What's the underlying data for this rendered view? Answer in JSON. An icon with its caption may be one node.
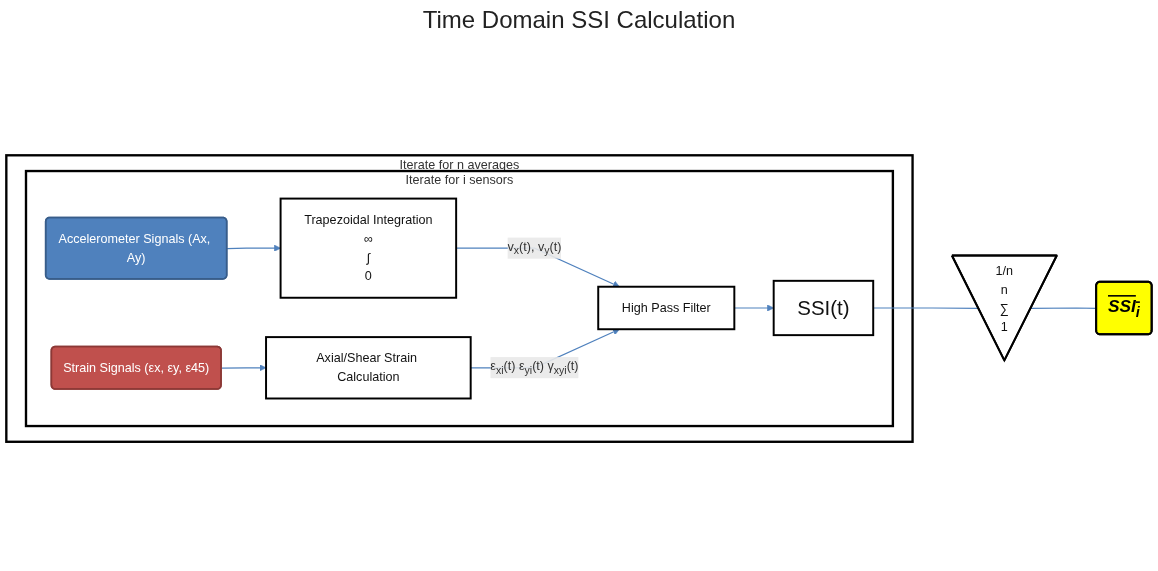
{
  "diagram": {
    "title": "Time Domain SSI Calculation",
    "nodes": [
      {
        "text": [
          "Iterate for n averages"
        ]
      },
      {
        "text": [
          "Iterate for i sensors"
        ],
        "in": 0
      },
      {
        "text": [
          "Accelerometer Signals (Ax, Ay)"
        ],
        "in": 1
      },
      {
        "text": [
          "Trapezoidal Integration",
          "∞",
          "∫",
          "0"
        ],
        "in": 1
      },
      {
        "text": [
          "Strain Signals (εx, εy, ε45)"
        ],
        "in": 1
      },
      {
        "text": [
          "Axial/Shear Strain Calculation"
        ],
        "in": 1
      },
      {
        "text": [
          "High Pass Filter"
        ],
        "in": 1
      },
      {
        "text": [
          "SSI(t)"
        ],
        "in": 1
      },
      {
        "text": [
          "1/n",
          "n",
          "∑",
          "1"
        ]
      },
      {
        "text": [
          "SSI$_{i}$"
        ]
      }
    ],
    "edges": [
      {
        "from": 2,
        "to": 3,
        "arrow": "to"
      },
      {
        "from": 3,
        "to": 6,
        "arrow": "to",
        "label": "v$_{x}$(t), v$_{y}$(t)"
      },
      {
        "from": 4,
        "to": 5,
        "arrow": "to"
      },
      {
        "from": 5,
        "to": 6,
        "arrow": "to",
        "label": "ε$_{xi}$(t) ε$_{yi}$(t) γ$_{xyi}$(t)"
      },
      {
        "from": 6,
        "to": 7,
        "arrow": "to"
      },
      {
        "from": 7,
        "to": 8,
        "arrow": "none"
      },
      {
        "from": 8,
        "to": 9,
        "arrow": "none"
      }
    ]
  }
}
